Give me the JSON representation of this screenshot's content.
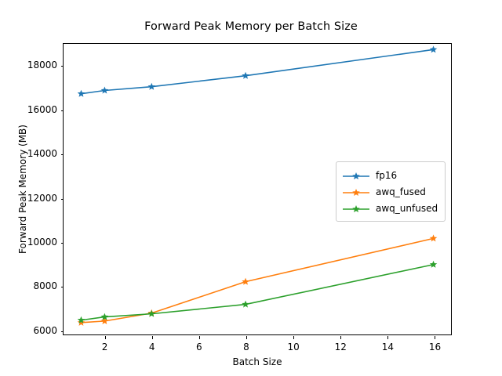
{
  "chart_data": {
    "type": "line",
    "title": "Forward Peak Memory per Batch Size",
    "xlabel": "Batch Size",
    "ylabel": "Forward Peak Memory (MB)",
    "x": [
      1,
      2,
      4,
      8,
      16
    ],
    "xlim": [
      0.25,
      16.75
    ],
    "ylim": [
      5780,
      19000
    ],
    "xticks": [
      2,
      4,
      6,
      8,
      10,
      12,
      14,
      16
    ],
    "xtick_labels": [
      "2",
      "4",
      "6",
      "8",
      "10",
      "12",
      "14",
      "16"
    ],
    "yticks": [
      6000,
      8000,
      10000,
      12000,
      14000,
      16000,
      18000
    ],
    "ytick_labels": [
      "6000",
      "8000",
      "10000",
      "12000",
      "14000",
      "16000",
      "18000"
    ],
    "grid": false,
    "legend_position": "center right",
    "marker": "star",
    "series": [
      {
        "name": "fp16",
        "color": "#1f77b4",
        "values": [
          16730,
          16880,
          17050,
          17550,
          18740
        ]
      },
      {
        "name": "awq_fused",
        "color": "#ff7f0e",
        "values": [
          6320,
          6390,
          6750,
          8180,
          10150
        ]
      },
      {
        "name": "awq_unfused",
        "color": "#2ca02c",
        "values": [
          6430,
          6580,
          6720,
          7150,
          8960
        ]
      }
    ]
  },
  "legend": {
    "items": [
      {
        "label": "fp16",
        "color": "#1f77b4"
      },
      {
        "label": "awq_fused",
        "color": "#ff7f0e"
      },
      {
        "label": "awq_unfused",
        "color": "#2ca02c"
      }
    ]
  }
}
